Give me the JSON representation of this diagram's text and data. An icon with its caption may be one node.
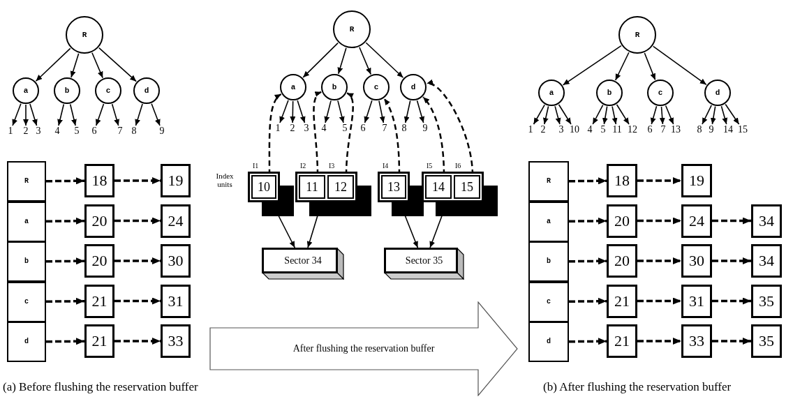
{
  "diagram": {
    "nodes": [
      {
        "text": [
          "R"
        ]
      },
      {
        "text": [
          "a"
        ]
      },
      {
        "text": [
          "b"
        ]
      },
      {
        "text": [
          "c"
        ]
      },
      {
        "text": [
          "d"
        ]
      },
      {
        "text": [
          "1"
        ]
      },
      {
        "text": [
          "2"
        ]
      },
      {
        "text": [
          "3"
        ]
      },
      {
        "text": [
          "4"
        ]
      },
      {
        "text": [
          "5"
        ]
      },
      {
        "text": [
          "6"
        ]
      },
      {
        "text": [
          "7"
        ]
      },
      {
        "text": [
          "8"
        ]
      },
      {
        "text": [
          "9"
        ]
      },
      {
        "text": [
          "R"
        ]
      },
      {
        "text": [
          "a"
        ]
      },
      {
        "text": [
          "b"
        ]
      },
      {
        "text": [
          "c"
        ]
      },
      {
        "text": [
          "d"
        ]
      },
      {
        "text": [
          "1"
        ]
      },
      {
        "text": [
          "2"
        ]
      },
      {
        "text": [
          "3"
        ]
      },
      {
        "text": [
          "4"
        ]
      },
      {
        "text": [
          "5"
        ]
      },
      {
        "text": [
          "6"
        ]
      },
      {
        "text": [
          "7"
        ]
      },
      {
        "text": [
          "8"
        ]
      },
      {
        "text": [
          "9"
        ]
      },
      {
        "text": [],
        "shape": "box"
      },
      {
        "text": [
          "10"
        ],
        "in": 28,
        "beside": [
          "I1"
        ]
      },
      {
        "text": [],
        "shape": "box"
      },
      {
        "text": [
          "11"
        ],
        "in": 30,
        "beside": [
          "I2"
        ]
      },
      {
        "text": [
          "12"
        ],
        "in": 30,
        "beside": [
          "I3"
        ]
      },
      {
        "text": [],
        "shape": "box"
      },
      {
        "text": [
          "13"
        ],
        "in": 33,
        "beside": [
          "I4"
        ]
      },
      {
        "text": [],
        "shape": "box"
      },
      {
        "text": [
          "14"
        ],
        "in": 35,
        "beside": [
          "I5"
        ]
      },
      {
        "text": [
          "15"
        ],
        "in": 35,
        "beside": [
          "I6"
        ]
      },
      {
        "text": [
          "Sector 34"
        ]
      },
      {
        "text": [
          "Sector 35"
        ]
      },
      {
        "text": [
          "R"
        ]
      },
      {
        "text": [
          "a"
        ]
      },
      {
        "text": [
          "b"
        ]
      },
      {
        "text": [
          "c"
        ]
      },
      {
        "text": [
          "d"
        ]
      },
      {
        "text": [
          "1"
        ]
      },
      {
        "text": [
          "2"
        ]
      },
      {
        "text": [
          "3"
        ]
      },
      {
        "text": [
          "10"
        ]
      },
      {
        "text": [
          "4"
        ]
      },
      {
        "text": [
          "5"
        ]
      },
      {
        "text": [
          "11"
        ]
      },
      {
        "text": [
          "12"
        ]
      },
      {
        "text": [
          "6"
        ]
      },
      {
        "text": [
          "7"
        ]
      },
      {
        "text": [
          "13"
        ]
      },
      {
        "text": [
          "8"
        ]
      },
      {
        "text": [
          "9"
        ]
      },
      {
        "text": [
          "14"
        ]
      },
      {
        "text": [
          "15"
        ]
      },
      {
        "text": [
          "R"
        ]
      },
      {
        "text": [
          "a"
        ]
      },
      {
        "text": [
          "b"
        ]
      },
      {
        "text": [
          "c"
        ]
      },
      {
        "text": [
          "d"
        ]
      },
      {
        "text": [
          "18"
        ]
      },
      {
        "text": [
          "19"
        ]
      },
      {
        "text": [
          "20"
        ]
      },
      {
        "text": [
          "24"
        ]
      },
      {
        "text": [
          "20"
        ]
      },
      {
        "text": [
          "30"
        ]
      },
      {
        "text": [
          "21"
        ]
      },
      {
        "text": [
          "31"
        ]
      },
      {
        "text": [
          "21"
        ]
      },
      {
        "text": [
          "33"
        ]
      },
      {
        "text": [
          "After flushing the reservation buffer"
        ]
      },
      {
        "text": [
          "R"
        ]
      },
      {
        "text": [
          "a"
        ]
      },
      {
        "text": [
          "b"
        ]
      },
      {
        "text": [
          "c"
        ]
      },
      {
        "text": [
          "d"
        ]
      },
      {
        "text": [
          "18"
        ]
      },
      {
        "text": [
          "19"
        ]
      },
      {
        "text": [
          "20"
        ]
      },
      {
        "text": [
          "24"
        ]
      },
      {
        "text": [
          "34"
        ]
      },
      {
        "text": [
          "20"
        ]
      },
      {
        "text": [
          "30"
        ]
      },
      {
        "text": [
          "34"
        ]
      },
      {
        "text": [
          "21"
        ]
      },
      {
        "text": [
          "31"
        ]
      },
      {
        "text": [
          "35"
        ]
      },
      {
        "text": [
          "21"
        ]
      },
      {
        "text": [
          "33"
        ]
      },
      {
        "text": [
          "35"
        ]
      }
    ],
    "edges": [
      {
        "from": 0,
        "to": 1,
        "arrow": "to"
      },
      {
        "from": 0,
        "to": 2,
        "arrow": "to"
      },
      {
        "from": 0,
        "to": 3,
        "arrow": "to"
      },
      {
        "from": 0,
        "to": 4,
        "arrow": "to"
      },
      {
        "from": 1,
        "to": 5,
        "arrow": "to"
      },
      {
        "from": 1,
        "to": 6,
        "arrow": "to"
      },
      {
        "from": 1,
        "to": 7,
        "arrow": "to"
      },
      {
        "from": 2,
        "to": 8,
        "arrow": "to"
      },
      {
        "from": 2,
        "to": 9,
        "arrow": "to"
      },
      {
        "from": 3,
        "to": 10,
        "arrow": "to"
      },
      {
        "from": 3,
        "to": 11,
        "arrow": "to"
      },
      {
        "from": 4,
        "to": 12,
        "arrow": "to"
      },
      {
        "from": 4,
        "to": 13,
        "arrow": "to"
      },
      {
        "from": 14,
        "to": 15,
        "arrow": "to"
      },
      {
        "from": 14,
        "to": 16,
        "arrow": "to"
      },
      {
        "from": 14,
        "to": 17,
        "arrow": "to"
      },
      {
        "from": 14,
        "to": 18,
        "arrow": "to"
      },
      {
        "from": 15,
        "to": 19,
        "arrow": "to"
      },
      {
        "from": 15,
        "to": 20,
        "arrow": "to"
      },
      {
        "from": 15,
        "to": 21,
        "arrow": "to"
      },
      {
        "from": 16,
        "to": 22,
        "arrow": "to"
      },
      {
        "from": 16,
        "to": 23,
        "arrow": "to"
      },
      {
        "from": 17,
        "to": 24,
        "arrow": "to"
      },
      {
        "from": 17,
        "to": 25,
        "arrow": "to"
      },
      {
        "from": 18,
        "to": 26,
        "arrow": "to"
      },
      {
        "from": 18,
        "to": 27,
        "arrow": "to"
      },
      {
        "from": 29,
        "to": 15,
        "arrow": "to",
        "style": "dashed"
      },
      {
        "from": 31,
        "to": 16,
        "arrow": "to",
        "style": "dashed"
      },
      {
        "from": 32,
        "to": 16,
        "arrow": "to",
        "style": "dashed"
      },
      {
        "from": 34,
        "to": 17,
        "arrow": "to",
        "style": "dashed"
      },
      {
        "from": 36,
        "to": 18,
        "arrow": "to",
        "style": "dashed"
      },
      {
        "from": 37,
        "to": 18,
        "arrow": "to",
        "style": "dashed"
      },
      {
        "from": 28,
        "to": 38,
        "arrow": "to"
      },
      {
        "from": 30,
        "to": 38,
        "arrow": "to"
      },
      {
        "from": 33,
        "to": 39,
        "arrow": "to"
      },
      {
        "from": 35,
        "to": 39,
        "arrow": "to"
      },
      {
        "from": 40,
        "to": 41,
        "arrow": "to"
      },
      {
        "from": 40,
        "to": 42,
        "arrow": "to"
      },
      {
        "from": 40,
        "to": 43,
        "arrow": "to"
      },
      {
        "from": 40,
        "to": 44,
        "arrow": "to"
      },
      {
        "from": 41,
        "to": 45,
        "arrow": "to"
      },
      {
        "from": 41,
        "to": 46,
        "arrow": "to"
      },
      {
        "from": 41,
        "to": 47,
        "arrow": "to"
      },
      {
        "from": 41,
        "to": 48,
        "arrow": "to"
      },
      {
        "from": 42,
        "to": 49,
        "arrow": "to"
      },
      {
        "from": 42,
        "to": 50,
        "arrow": "to"
      },
      {
        "from": 42,
        "to": 51,
        "arrow": "to"
      },
      {
        "from": 42,
        "to": 52,
        "arrow": "to"
      },
      {
        "from": 43,
        "to": 53,
        "arrow": "to"
      },
      {
        "from": 43,
        "to": 54,
        "arrow": "to"
      },
      {
        "from": 43,
        "to": 55,
        "arrow": "to"
      },
      {
        "from": 44,
        "to": 56,
        "arrow": "to"
      },
      {
        "from": 44,
        "to": 57,
        "arrow": "to"
      },
      {
        "from": 44,
        "to": 58,
        "arrow": "to"
      },
      {
        "from": 44,
        "to": 59,
        "arrow": "to"
      },
      {
        "from": 60,
        "to": 65,
        "arrow": "to",
        "style": "dashed"
      },
      {
        "from": 65,
        "to": 66,
        "arrow": "to",
        "style": "dashed"
      },
      {
        "from": 61,
        "to": 67,
        "arrow": "to",
        "style": "dashed"
      },
      {
        "from": 67,
        "to": 68,
        "arrow": "to",
        "style": "dashed"
      },
      {
        "from": 62,
        "to": 69,
        "arrow": "to",
        "style": "dashed"
      },
      {
        "from": 69,
        "to": 70,
        "arrow": "to",
        "style": "dashed"
      },
      {
        "from": 63,
        "to": 71,
        "arrow": "to",
        "style": "dashed"
      },
      {
        "from": 71,
        "to": 72,
        "arrow": "to",
        "style": "dashed"
      },
      {
        "from": 64,
        "to": 73,
        "arrow": "to",
        "style": "dashed"
      },
      {
        "from": 73,
        "to": 74,
        "arrow": "to",
        "style": "dashed"
      },
      {
        "from": 76,
        "to": 81,
        "arrow": "to",
        "style": "dashed"
      },
      {
        "from": 81,
        "to": 82,
        "arrow": "to",
        "style": "dashed"
      },
      {
        "from": 77,
        "to": 83,
        "arrow": "to",
        "style": "dashed"
      },
      {
        "from": 83,
        "to": 84,
        "arrow": "to",
        "style": "dashed"
      },
      {
        "from": 84,
        "to": 85,
        "arrow": "to",
        "style": "dashed"
      },
      {
        "from": 78,
        "to": 86,
        "arrow": "to",
        "style": "dashed"
      },
      {
        "from": 86,
        "to": 87,
        "arrow": "to",
        "style": "dashed"
      },
      {
        "from": 87,
        "to": 88,
        "arrow": "to",
        "style": "dashed"
      },
      {
        "from": 79,
        "to": 89,
        "arrow": "to",
        "style": "dashed"
      },
      {
        "from": 89,
        "to": 90,
        "arrow": "to",
        "style": "dashed"
      },
      {
        "from": 90,
        "to": 91,
        "arrow": "to",
        "style": "dashed"
      },
      {
        "from": 80,
        "to": 92,
        "arrow": "to",
        "style": "dashed"
      },
      {
        "from": 92,
        "to": 93,
        "arrow": "to",
        "style": "dashed"
      },
      {
        "from": 93,
        "to": 94,
        "arrow": "to",
        "style": "dashed"
      }
    ],
    "labels": [
      "Index units",
      "(a) Before flushing the reservation buffer",
      "(b) After flushing the reservation buffer"
    ]
  }
}
